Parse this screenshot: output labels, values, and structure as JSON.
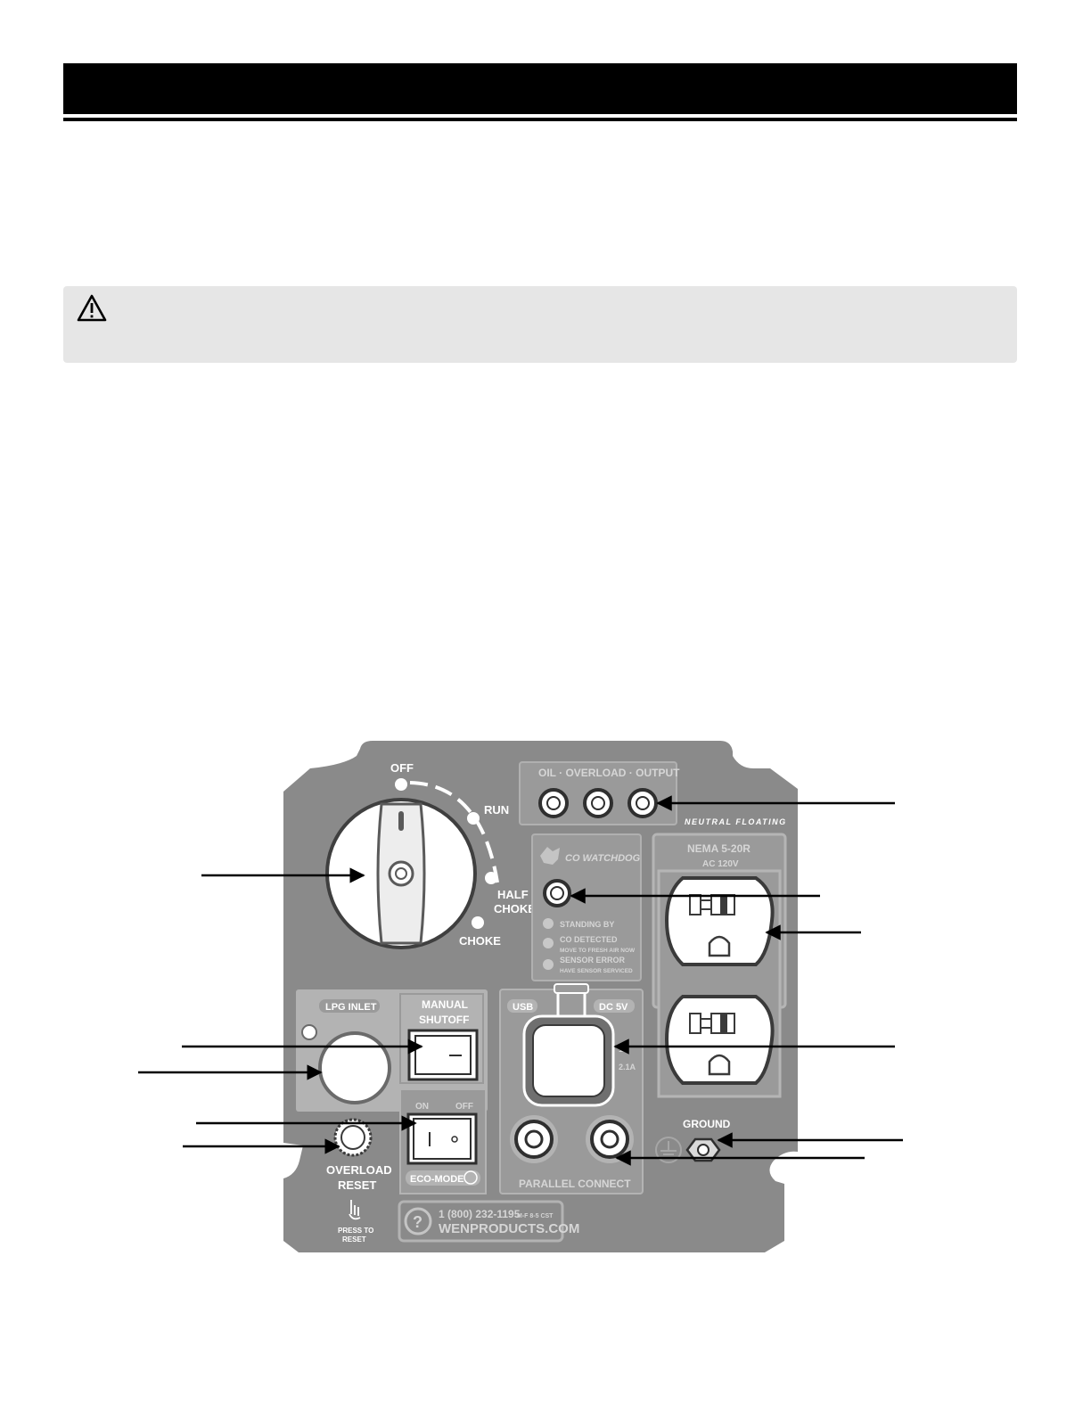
{
  "panel": {
    "labels": {
      "off": "OFF",
      "run": "RUN",
      "half_choke_line1": "HALF",
      "half_choke_line2": "CHOKE",
      "choke": "CHOKE",
      "indicators_title": "OIL · OVERLOAD · OUTPUT",
      "neutral_floating": "NEUTRAL FLOATING",
      "co_watchdog": "CO WATCHDOG",
      "standing_by": "STANDING BY",
      "co_detected": "CO DETECTED",
      "co_detected_sub": "MOVE TO FRESH AIR NOW",
      "sensor_error": "SENSOR ERROR",
      "sensor_error_sub": "HAVE SENSOR SERVICED",
      "nema_line1": "NEMA 5-20R",
      "nema_line2": "AC 120V",
      "lpg_inlet": "LPG INLET",
      "manual_shutoff_line1": "MANUAL",
      "manual_shutoff_line2": "SHUTOFF",
      "usb": "USB",
      "dc5v": "DC 5V",
      "usb_amp1": "1A",
      "usb_amp2": "2.1A",
      "eco_on": "ON",
      "eco_off": "OFF",
      "eco_mode": "ECO-MODE",
      "ground": "GROUND",
      "overload_line1": "OVERLOAD",
      "overload_line2": "RESET",
      "press_to_line1": "PRESS TO",
      "press_to_line2": "RESET",
      "parallel_connect": "PARALLEL CONNECT",
      "phone": "1 (800) 232-1195",
      "phone_hours": "M-F 8-5 CST",
      "website": "WENPRODUCTS.COM",
      "help_symbol": "?"
    }
  },
  "colors": {
    "panel": "#8a8a8a",
    "panel_dark": "#6f6f6f",
    "panel_light": "#b5b5b5",
    "callout_arrow": "#000000",
    "header": "#000000",
    "warning_bg": "#e6e6e6"
  }
}
